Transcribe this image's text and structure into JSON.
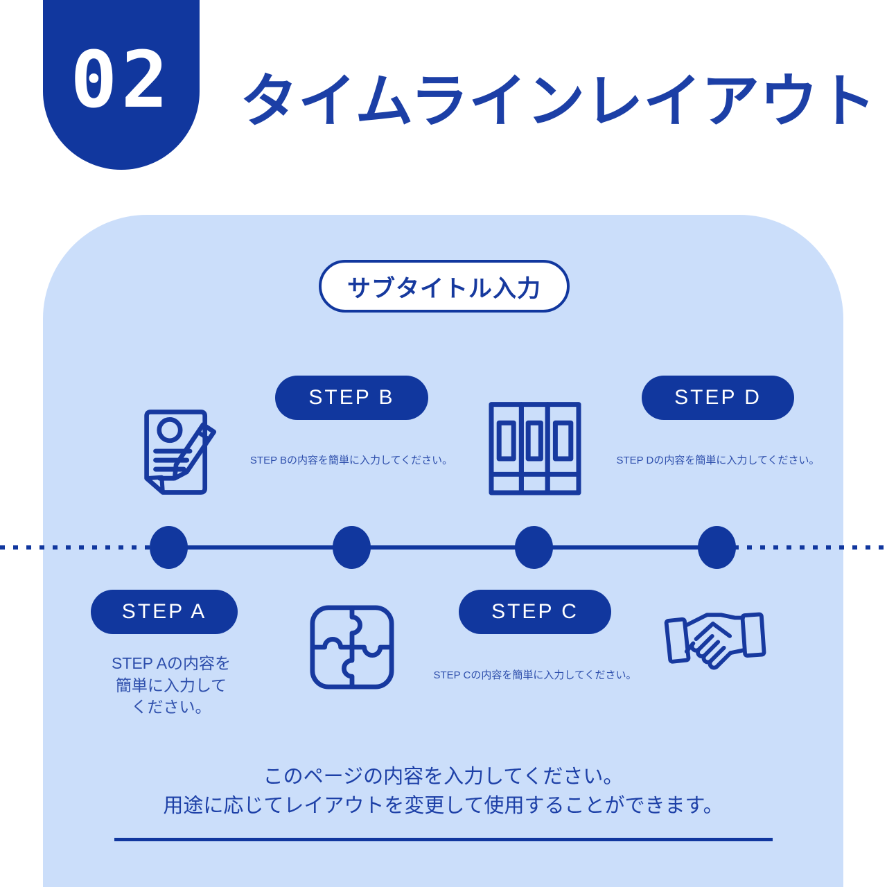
{
  "slide": {
    "badge_number": "02",
    "title": "タイムラインレイアウト",
    "subtitle": "サブタイトル入力",
    "footer": {
      "line1": "このページの内容を入力してください。",
      "line2": "用途に応じてレイアウトを変更して使用することができます。"
    }
  },
  "timeline": {
    "dot_count": 4,
    "style": "horizontal line with 4 dots, dotted extensions to both page edges"
  },
  "steps": [
    {
      "label": "STEP A",
      "desc_lines": [
        "STEP Aの内容を",
        "簡単に入力して",
        "ください。"
      ],
      "icon": "document-pencil-icon"
    },
    {
      "label": "STEP B",
      "desc": "STEP Bの内容を簡単に入力してください。",
      "icon": "puzzle-icon"
    },
    {
      "label": "STEP C",
      "desc": "STEP Cの内容を簡単に入力してください。",
      "icon": "binders-icon"
    },
    {
      "label": "STEP D",
      "desc": "STEP Dの内容を簡単に入力してください。",
      "icon": "handshake-icon"
    }
  ],
  "colors": {
    "accent": "#11379E",
    "title_text": "#1C3FA6",
    "description_text": "#2E4FAC",
    "footer_text": "#1D40A7",
    "panel_background": "#CBDEFA",
    "page_background": "#FFFFFF",
    "pill_text": "#FFFFFF"
  }
}
